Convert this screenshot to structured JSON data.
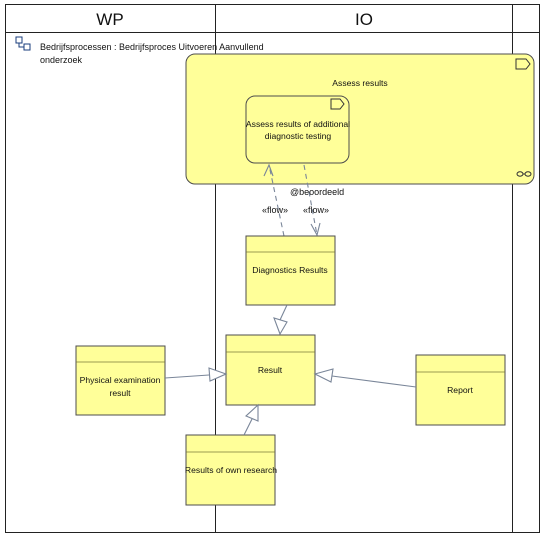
{
  "lanes": {
    "left": "WP",
    "right": "IO"
  },
  "process_ref": {
    "line1": "Bedrijfsprocessen : Bedrijfsproces Uitvoeren Aanvullend",
    "line2": "onderzoek",
    "icon": "process-group-icon"
  },
  "elements": {
    "assess_results": "Assess results",
    "assess_additional": {
      "line1": "Assess results of additional",
      "line2": "diagnostic testing"
    },
    "diagnostics_results": "Diagnostics Results",
    "result": "Result",
    "physical_exam": {
      "line1": "Physical examination",
      "line2": "result"
    },
    "report": "Report",
    "own_research": "Results of own research"
  },
  "relations": {
    "flow_left": "«flow»",
    "flow_right": "«flow»",
    "tagged_value": "@beoordeeld"
  },
  "colors": {
    "element_fill": "#ffff99",
    "edge": "#7a8699",
    "border": "#4d4d4d"
  }
}
